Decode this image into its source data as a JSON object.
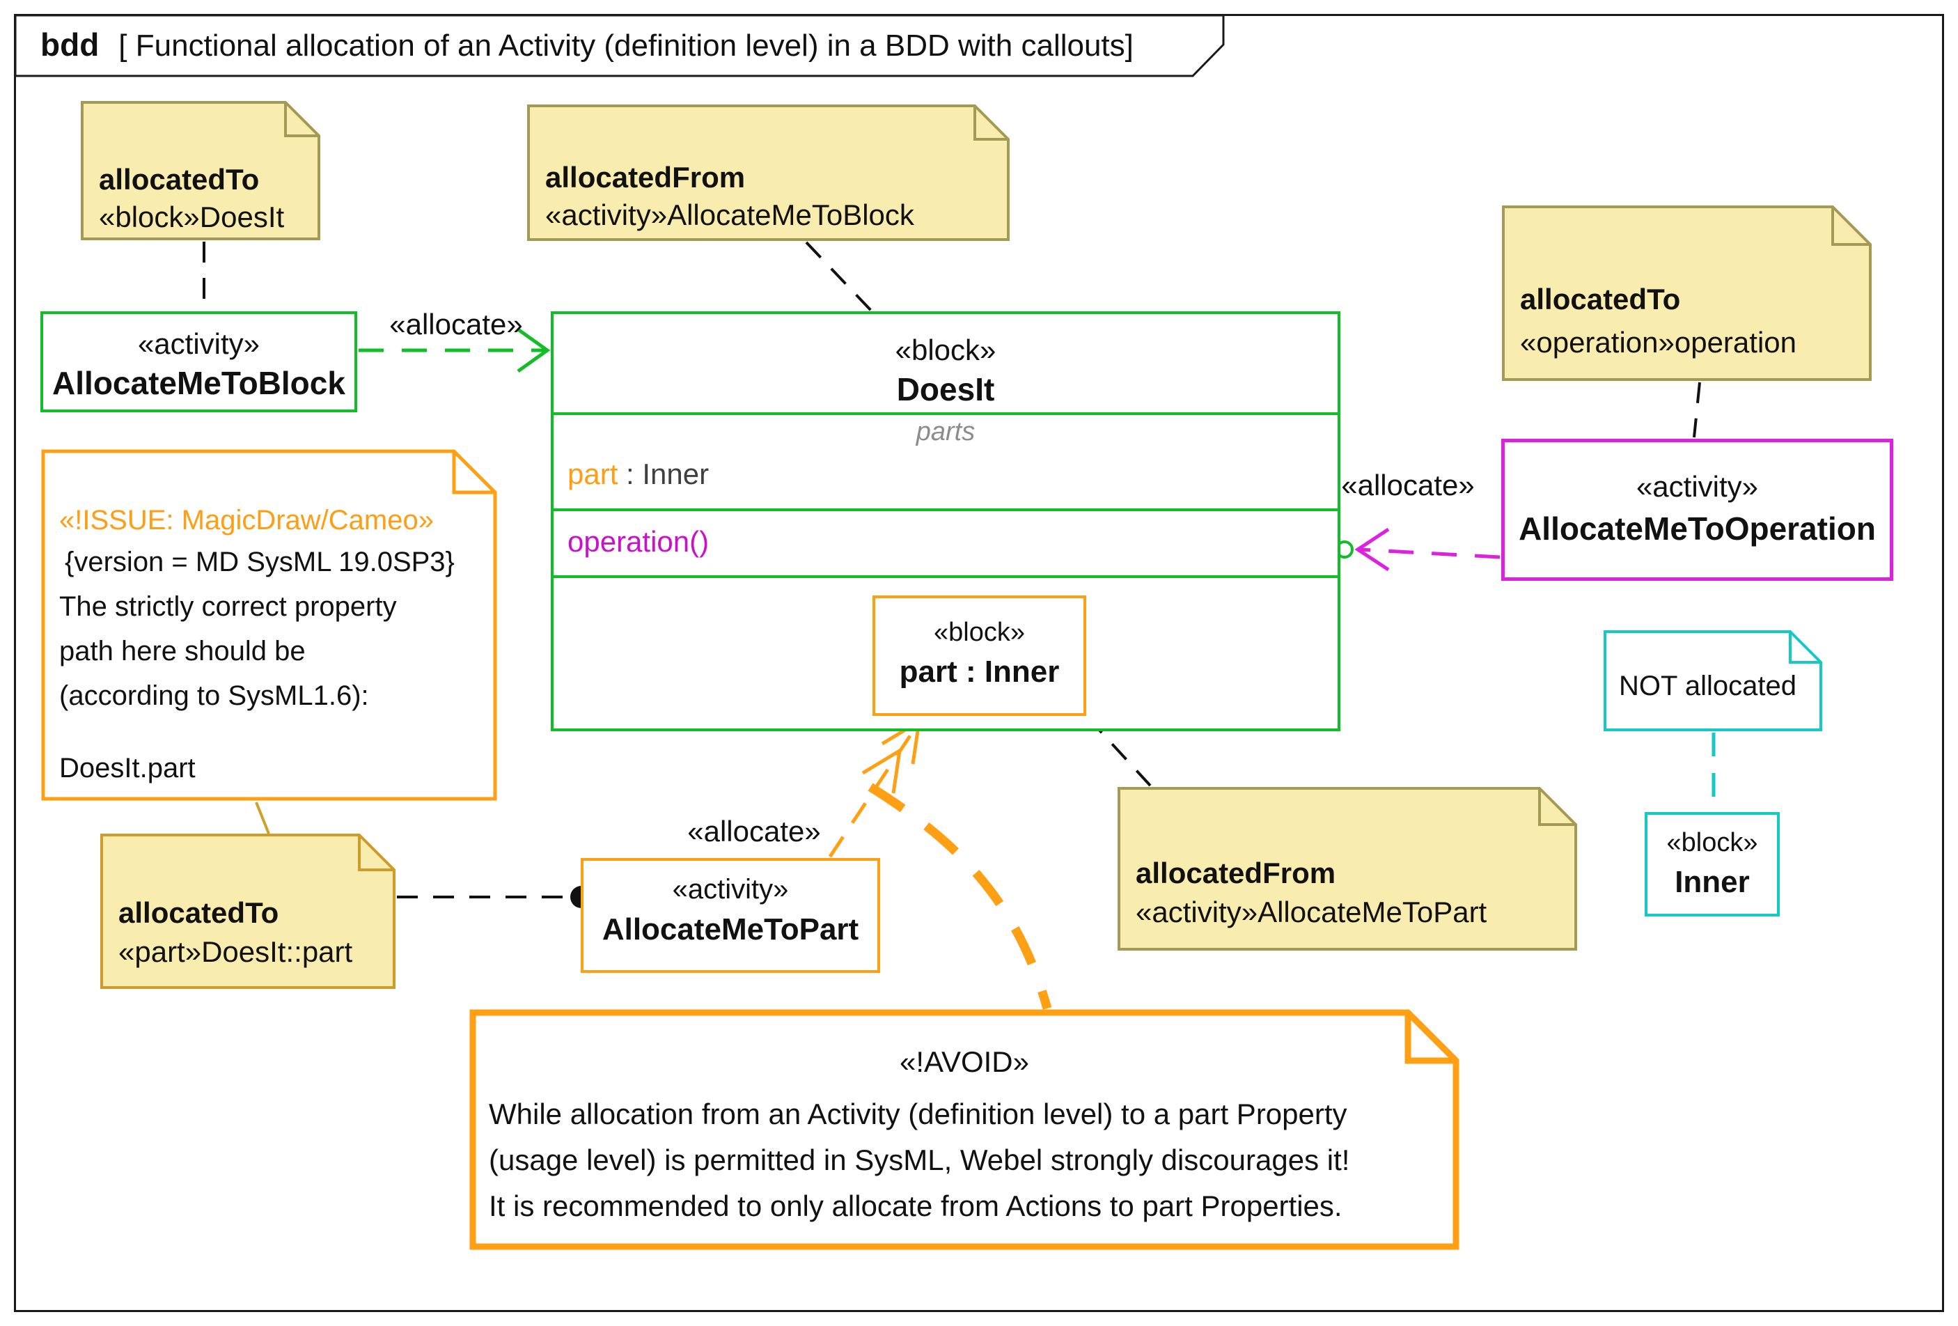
{
  "frame": {
    "tag": "bdd",
    "title": "[ Functional allocation of an Activity (definition level) in a BDD with callouts]"
  },
  "notes": {
    "to_block": {
      "line1": "allocatedTo",
      "line2": "«block»DoesIt"
    },
    "from_block": {
      "line1": "allocatedFrom",
      "line2": "«activity»AllocateMeToBlock"
    },
    "to_operation": {
      "line1": "allocatedTo",
      "line2": "«operation»operation"
    },
    "from_part": {
      "line1": "allocatedFrom",
      "line2": "«activity»AllocateMeToPart"
    },
    "to_part": {
      "line1": "allocatedTo",
      "line2": "«part»DoesIt::part"
    },
    "not_allocated": {
      "line1": "NOT allocated"
    },
    "issue": {
      "title": "«!ISSUE: MagicDraw/Cameo»",
      "version": "{version = MD SysML 19.0SP3}",
      "body1": "The strictly correct property",
      "body2": "path here should be",
      "body3": "(according to SysML1.6):",
      "path": "DoesIt.part"
    },
    "avoid": {
      "title": "«!AVOID»",
      "body1": "While allocation from an Activity (definition level) to a part Property",
      "body2": "(usage level) is permitted in SysML, Webel strongly discourages it!",
      "body3": "It is recommended to only allocate from Actions to part Properties."
    }
  },
  "blocks": {
    "allocate_me_to_block": {
      "stereotype": "«activity»",
      "name": "AllocateMeToBlock"
    },
    "does_it": {
      "stereotype": "«block»",
      "name": "DoesIt",
      "parts_label": "parts",
      "part_entry_name": "part",
      "part_entry_type": " : Inner",
      "operation_entry": "operation()"
    },
    "inner_part": {
      "stereotype": "«block»",
      "name": "part : Inner"
    },
    "allocate_me_to_operation": {
      "stereotype": "«activity»",
      "name": "AllocateMeToOperation"
    },
    "allocate_me_to_part": {
      "stereotype": "«activity»",
      "name": "AllocateMeToPart"
    },
    "inner": {
      "stereotype": "«block»",
      "name": "Inner"
    }
  },
  "labels": {
    "allocate_block": "«allocate»",
    "allocate_operation": "«allocate»",
    "allocate_part": "«allocate»"
  },
  "colors": {
    "block_green": "#12BE27",
    "activity_orange": "#FFA014",
    "operation_magenta": "#DE21DE",
    "operation_text_magenta": "#CB10CB",
    "block_cyan": "#17C9C3",
    "note_fill_yellow": "#F8ECAE",
    "note_border_tan": "#A39A56",
    "note_border_gold": "#D09B2A",
    "anchor_black": "#111111",
    "parts_label_gray": "#8C8C8C",
    "part_text_orange": "#FF9E14"
  }
}
